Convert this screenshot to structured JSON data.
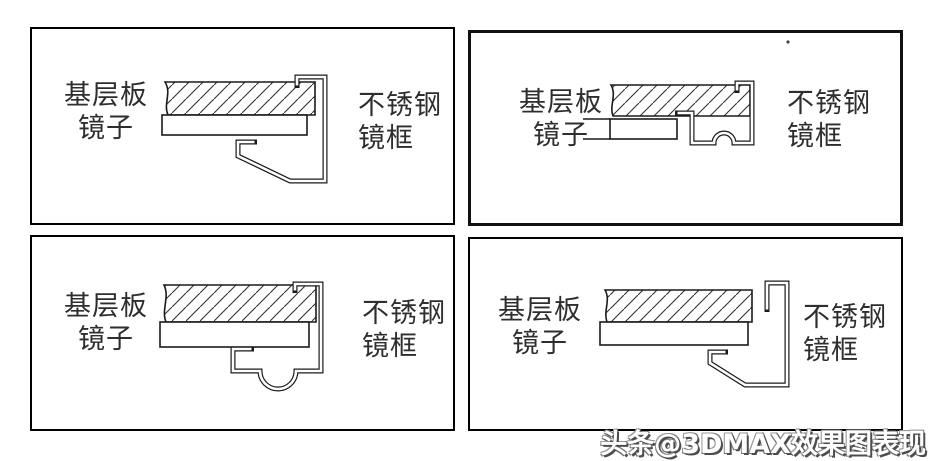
{
  "page": {
    "background": "#ffffff"
  },
  "drawing_colors": {
    "line": "#1a1a1a",
    "panel_border": "#000000",
    "hatch": "#333333",
    "paper": "#ffffff"
  },
  "panels": [
    {
      "position": "top-left",
      "frame_profile": "angled bottom flange hooked over board top",
      "labels": {
        "base_board": "基层板",
        "mirror": "镜子",
        "frame_line1": "不锈钢",
        "frame_line2": "镜框"
      }
    },
    {
      "position": "top-right",
      "frame_profile": "bottom channel with half-round arch up, leader lines to mirror",
      "labels": {
        "base_board": "基层板",
        "mirror": "镜子",
        "frame_line1": "不锈钢",
        "frame_line2": "镜框"
      }
    },
    {
      "position": "bottom-left",
      "frame_profile": "bottom channel with half-round bulge hanging down",
      "labels": {
        "base_board": "基层板",
        "mirror": "镜子",
        "frame_line1": "不锈钢",
        "frame_line2": "镜框"
      }
    },
    {
      "position": "bottom-right",
      "frame_profile": "tall top hook above board with angled bottom flange",
      "labels": {
        "base_board": "基层板",
        "mirror": "镜子",
        "frame_line1": "不锈钢",
        "frame_line2": "镜框"
      }
    }
  ],
  "watermark": {
    "text": "头条@3DMAX效果图表现",
    "color": "#ffffff",
    "shadow_color": "#4d4d4d"
  }
}
